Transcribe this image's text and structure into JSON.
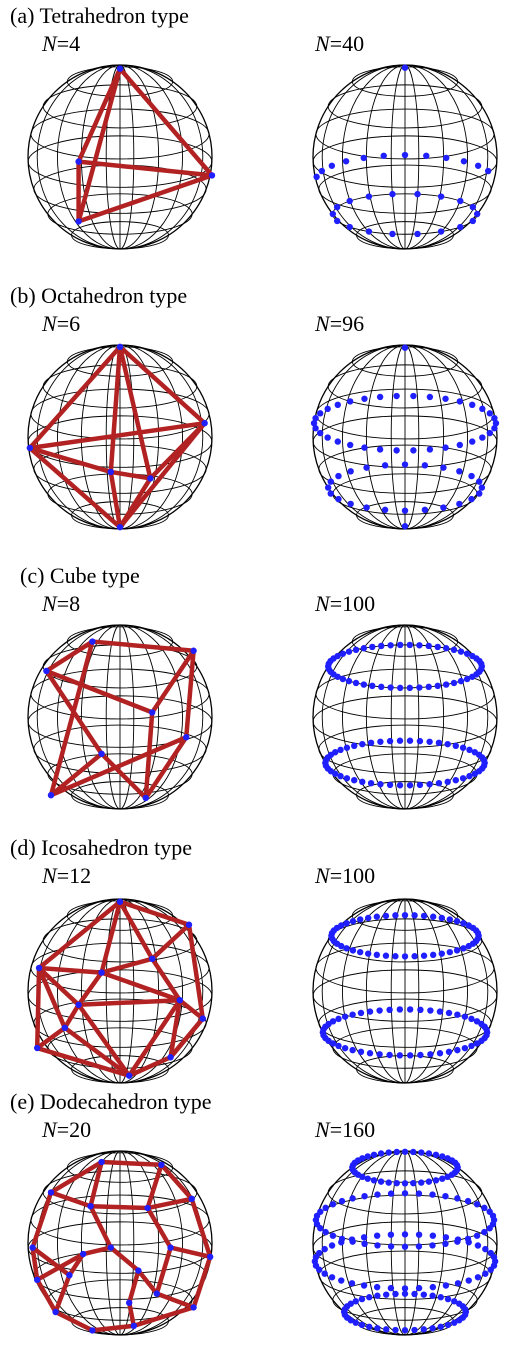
{
  "panels": [
    {
      "title": "(a) Tetrahedron type",
      "left": {
        "var": "N",
        "value": "4"
      },
      "right": {
        "var": "N",
        "value": "40"
      }
    },
    {
      "title": "(b) Octahedron type",
      "left": {
        "var": "N",
        "value": "6"
      },
      "right": {
        "var": "N",
        "value": "96"
      }
    },
    {
      "title": "(c) Cube type",
      "left": {
        "var": "N",
        "value": "8"
      },
      "right": {
        "var": "N",
        "value": "100"
      }
    },
    {
      "title": "(d) Icosahedron type",
      "left": {
        "var": "N",
        "value": "12"
      },
      "right": {
        "var": "N",
        "value": "100"
      }
    },
    {
      "title": "(e) Dodecahedron type",
      "left": {
        "var": "N",
        "value": "20"
      },
      "right": {
        "var": "N",
        "value": "160"
      }
    }
  ],
  "colors": {
    "polyhedron_edge": "#b22222",
    "vertex_dot": "#1f1fff",
    "wireframe": "#000000"
  }
}
